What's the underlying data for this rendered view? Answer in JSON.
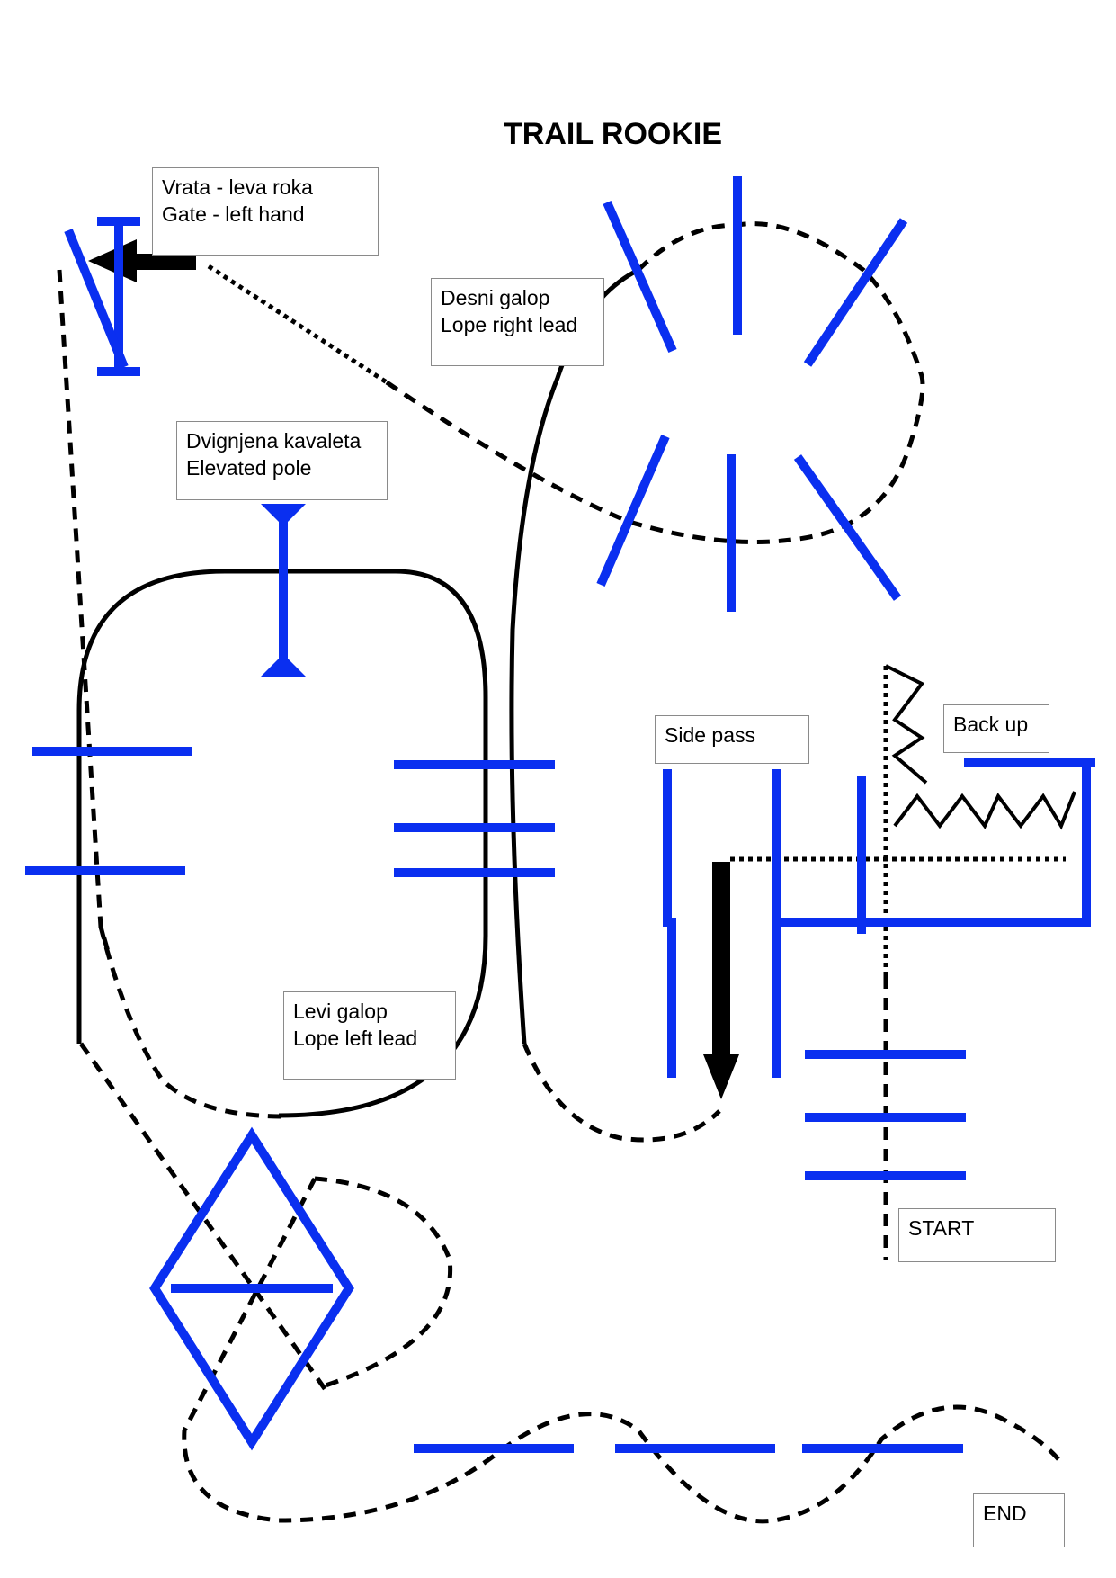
{
  "title": "TRAIL ROOKIE",
  "labels": {
    "gate": {
      "line1": "Vrata - leva roka",
      "line2": "Gate -  left hand"
    },
    "lope_right": {
      "line1": "Desni galop",
      "line2": "Lope right lead"
    },
    "elevated_pole": {
      "line1": "Dvignjena kavaleta",
      "line2": "Elevated pole"
    },
    "side_pass": "Side pass",
    "back_up": "Back up",
    "lope_left": {
      "line1": "Levi galop",
      "line2": "Lope left lead"
    },
    "start": "START",
    "end": "END"
  },
  "colors": {
    "obstacle": "#0a2ff0",
    "path": "#000000",
    "box_border": "#8a8a8a"
  }
}
